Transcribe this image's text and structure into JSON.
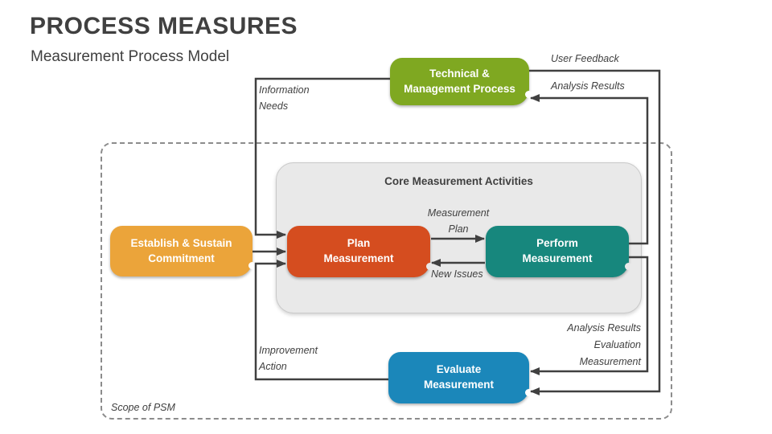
{
  "header": {
    "title": "PROCESS MEASURES",
    "subtitle": "Measurement Process Model"
  },
  "diagram": {
    "container_title": "Core Measurement Activities",
    "scope_label": "Scope of PSM",
    "nodes": {
      "technical": {
        "line1": "Technical &",
        "line2": "Management Process",
        "color": "#7fa821"
      },
      "establish": {
        "line1": "Establish & Sustain",
        "line2": "Commitment",
        "color": "#eba43a"
      },
      "plan": {
        "line1": "Plan",
        "line2": "Measurement",
        "color": "#d54d1f"
      },
      "perform": {
        "line1": "Perform",
        "line2": "Measurement",
        "color": "#17877d"
      },
      "evaluate": {
        "line1": "Evaluate",
        "line2": "Measurement",
        "color": "#1b87ba"
      }
    },
    "flow_labels": {
      "user_feedback": "User Feedback",
      "analysis_results_top": "Analysis Results",
      "information_needs": {
        "line1": "Information",
        "line2": "Needs"
      },
      "measurement_plan": {
        "line1": "Measurement",
        "line2": "Plan"
      },
      "new_issues": "New Issues",
      "analysis_evaluation": {
        "line1": "Analysis Results",
        "line2": "Evaluation",
        "line3": "Measurement"
      },
      "improvement_action": {
        "line1": "Improvement",
        "line2": "Action"
      }
    },
    "line_color": "#404040",
    "dashed_border_color": "#8c8c8c",
    "container_fill": "#e9e9e9"
  }
}
